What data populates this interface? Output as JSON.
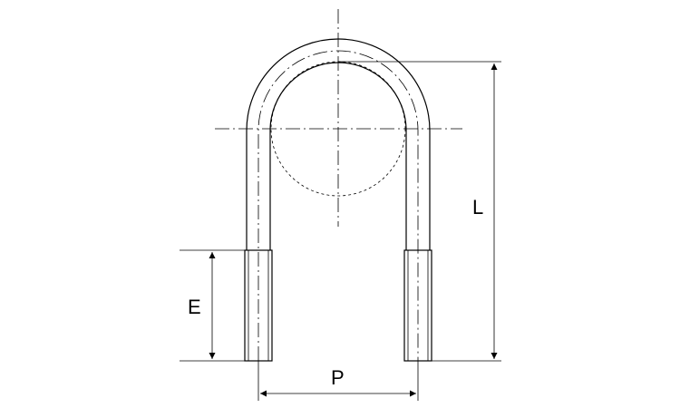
{
  "dimensions": {
    "length_label": "L",
    "thread_label": "E",
    "pitch_label": "P"
  },
  "colors": {
    "line": "#000000",
    "background": "#ffffff"
  }
}
